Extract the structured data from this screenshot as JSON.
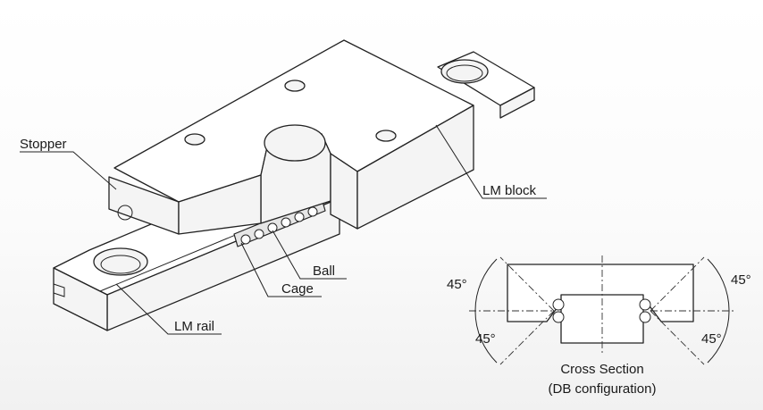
{
  "labels": {
    "stopper": "Stopper",
    "lm_block": "LM block",
    "ball": "Ball",
    "cage": "Cage",
    "lm_rail": "LM rail"
  },
  "cross_section": {
    "title": "Cross Section",
    "subtitle": "(DB configuration)",
    "angle_top_left": "45°",
    "angle_top_right": "45°",
    "angle_bottom_left": "45°",
    "angle_bottom_right": "45°"
  }
}
